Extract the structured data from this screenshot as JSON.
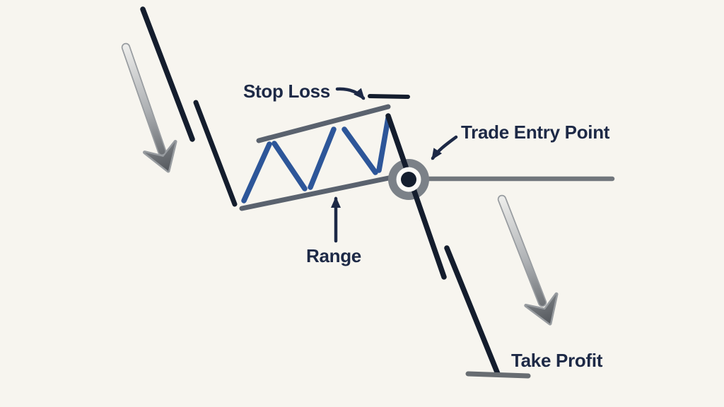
{
  "diagram": {
    "type": "trading-pattern-annotation",
    "labels": {
      "stop_loss": "Stop Loss",
      "trade_entry_point": "Trade Entry Point",
      "range": "Range",
      "take_profit": "Take Profit"
    },
    "colors": {
      "background": "#f6f4ee",
      "label_text": "#1d2946",
      "price_line_black": "#141d2d",
      "annotation_arrow_navy": "#1d2946",
      "zigzag_blue": "#2d5699",
      "channel_gray": "#5a626e",
      "entry_level_gray": "#71767c",
      "take_profit_level_gray": "#686d72",
      "momentum_arrow_light": "#ececea",
      "momentum_arrow_mid": "#aeb1b4",
      "momentum_arrow_dark": "#54585d",
      "momentum_arrow_outline": "#989ca0",
      "entry_marker_outer": "#7b8188",
      "entry_marker_ring": "#fcfbf7",
      "entry_marker_center": "#141e2e"
    }
  }
}
